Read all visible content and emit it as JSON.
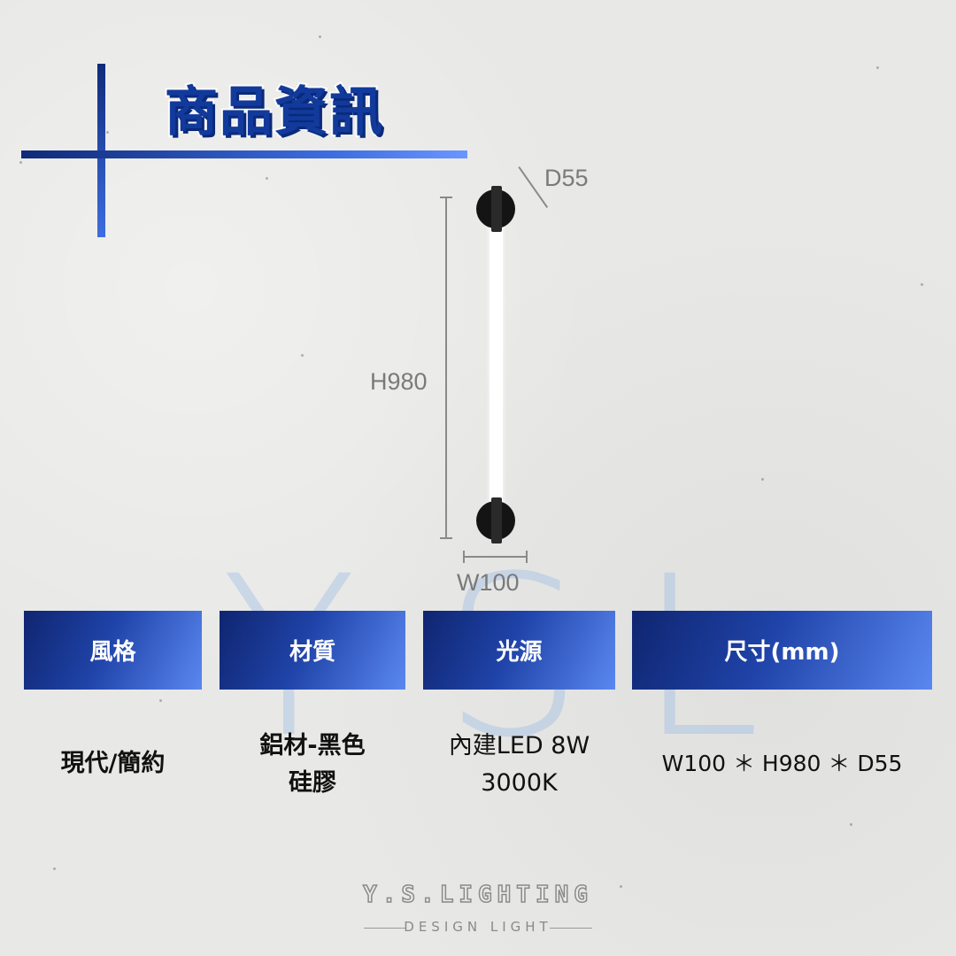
{
  "header": {
    "title": "商品資訊"
  },
  "watermark": {
    "letters": [
      "Y",
      "S",
      "L"
    ]
  },
  "drawing": {
    "depth_label": "D55",
    "height_label": "H980",
    "width_label": "W100"
  },
  "spec_table": {
    "columns": [
      {
        "header": "風格",
        "value_lines": [
          "現代/簡約"
        ]
      },
      {
        "header": "材質",
        "value_lines": [
          "鋁材-黑色",
          "硅膠"
        ]
      },
      {
        "header": "光源",
        "value_lines": [
          "內建LED 8W",
          "3000K"
        ]
      },
      {
        "header": "尺寸(mm)",
        "value_lines": [
          "W100 ＊ H980 ＊ D55"
        ]
      }
    ]
  },
  "footer": {
    "brand": "Y.S.LIGHTING",
    "tagline": "DESIGN LIGHT"
  },
  "colors": {
    "accent_dark": "#0f2570",
    "accent_light": "#5a88f0",
    "title_blue": "#123a9c"
  }
}
